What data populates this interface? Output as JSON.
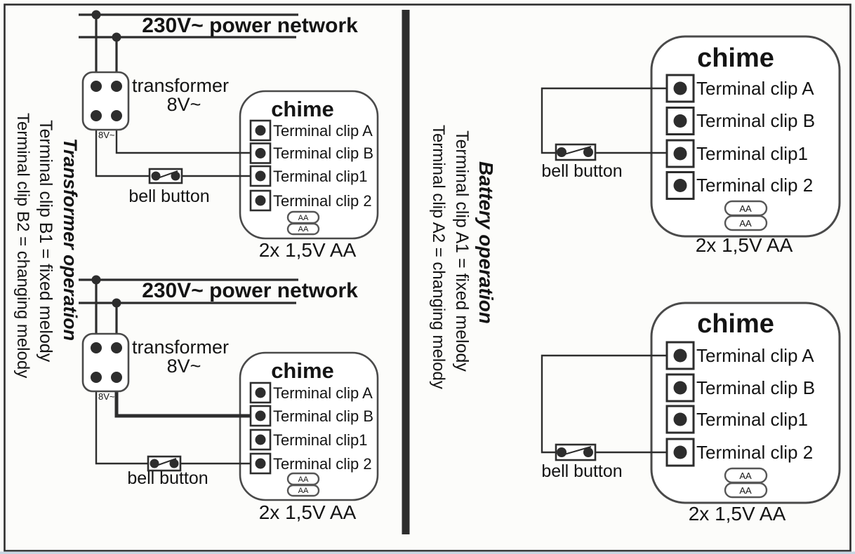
{
  "colors": {
    "background": "#fcfcfa",
    "line": "#2d2d2d",
    "text": "#141414",
    "scan_edge": "#c9d6e2"
  },
  "labels": {
    "power_network": "230V~ power network",
    "transformer": "transformer",
    "transformer_voltage": "8V~",
    "transformer_output_tag": "8V~",
    "bell_button": "bell button"
  },
  "chime": {
    "title": "chime",
    "terminals": [
      "Terminal clip A",
      "Terminal clip B",
      "Terminal clip1",
      "Terminal clip 2"
    ],
    "battery_cell": "AA",
    "battery_caption": "2x 1,5V AA"
  },
  "sections": {
    "transformer_operation": {
      "title": "Transformer operation",
      "note_fixed": "Terminal clip B1 = fixed melody",
      "note_changing": "Terminal clip B2 = changing melody"
    },
    "battery_operation": {
      "title": "Battery operation",
      "note_fixed": "Terminal clip A1 = fixed melody",
      "note_changing": "Terminal clip A2 = changing melody"
    }
  }
}
